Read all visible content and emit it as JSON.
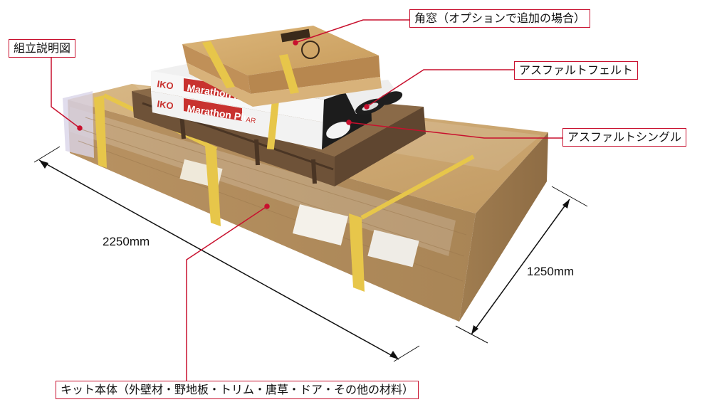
{
  "callouts": {
    "kadomado": "角窓（オプションで追加の場合）",
    "manual": "組立説明図",
    "felt": "アスファルトフェルト",
    "shingle": "アスファルトシングル",
    "kit": "キット本体（外壁材・野地板・トリム・唐草・ドア・その他の材料）"
  },
  "dimensions": {
    "length": "2250mm",
    "width": "1250mm"
  },
  "box_print": {
    "brand": "IKO",
    "product": "Marathon Plus",
    "suffix": "AR"
  },
  "colors": {
    "callout_line": "#c8102e",
    "cardboard": "#c9a26b",
    "wrap": "#e8ddd0",
    "strap": "#e7c64a",
    "pallet": "#7a5a3c",
    "shingle_box": "#f2f2f2",
    "iko_red": "#c8322f"
  }
}
